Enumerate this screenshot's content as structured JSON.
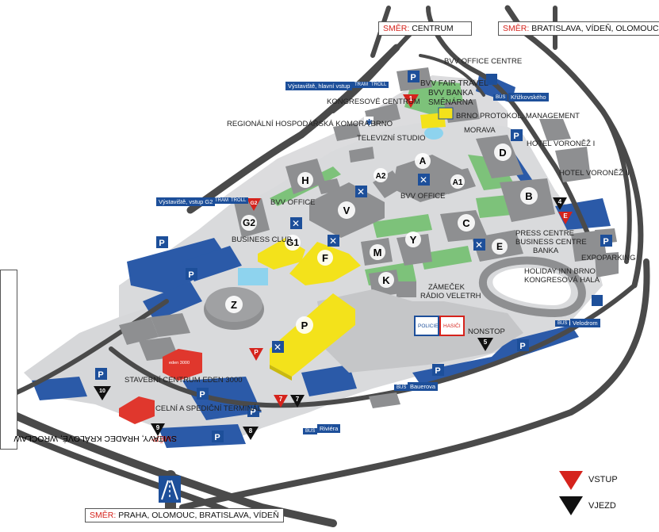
{
  "directions": {
    "centrum": {
      "prefix": "SMĚR:",
      "text": "CENTRUM"
    },
    "bratislava": {
      "prefix": "SMĚR:",
      "text": "BRATISLAVA, VÍDEŇ, OLOMOUC"
    },
    "svitavy": {
      "prefix": "SMĚR:",
      "text": "SVITAVY, HRADEC KRÁLOVÉ, WROCŁAW"
    },
    "praha": {
      "prefix": "SMĚR:",
      "text": "PRAHA, OLOMOUC, BRATISLAVA, VÍDEŇ"
    }
  },
  "labels": {
    "bvv_office_centre": "BVV OFFICE CENTRE",
    "bvv_fair_travel": "BVV FAIR TRAVEL",
    "bvv_banka": "BVV BANKA",
    "smenarna": "SMĚNÁRNA",
    "kongresove_centrum": "KONGRESOVÉ CENTRUM",
    "brno": "BRNO",
    "protokol": "PROTOKOL, MANAGEMENT",
    "moravia": "MORAVA",
    "hotel_voronez1": "HOTEL VORONĚŽ I",
    "hotel_voronez2": "HOTEL VORONĚŽ II",
    "regionalni": "REGIONÁLNÍ HOSPODÁŘSKÁ KOMORA BRNO",
    "televizni": "TELEVIZNÍ STUDIO",
    "bvv_office_a": "BVV OFFICE",
    "bvv_office_g": "BVV OFFICE",
    "business_club": "BUSINESS CLUB",
    "press_centre": "PRESS CENTRE",
    "business_centre": "BUSINESS CENTRE",
    "banka": "BANKA",
    "expoparking": "EXPOPARKING",
    "holiday_inn": "HOLIDAY INN BRNO",
    "kongresova_hala": "KONGRESOVÁ HALA",
    "zamecek": "ZÁMEČEK",
    "radio": "RÁDIO VELETRH",
    "policie": "POLICIE",
    "hasici": "HASIČI",
    "nonstop": "NONSTOP",
    "stavebni": "STAVEBNÍ CENTRUM EDEN 3000",
    "celni": "CELNÍ A SPEDIČNÍ TERMINÁL",
    "eden_logo": "eden 3000",
    "vystaviste_hlavni": "Výstaviště, hlavní vstup",
    "vystaviste_g2": "Výstaviště, vstup G2",
    "krizkovskeho": "Křižkovského",
    "velodrom": "Velodrom",
    "bauerova": "Bauerova",
    "riviera": "Riviéra",
    "tram": "TRAM",
    "troll": "TROLL",
    "bus": "BUS"
  },
  "pavilions": {
    "A": "A",
    "A1": "A1",
    "A2": "A2",
    "B": "B",
    "C": "C",
    "D": "D",
    "E": "E",
    "F": "F",
    "G1": "G1",
    "G2": "G2",
    "H": "H",
    "K": "K",
    "M": "M",
    "P": "P",
    "V": "V",
    "Y": "Y",
    "Z": "Z"
  },
  "gates": {
    "g1": "1",
    "g4": "4",
    "g5": "5",
    "g7a": "7",
    "g7b": "7",
    "g8": "8",
    "g9": "9",
    "g10": "10",
    "gE": "E",
    "gG2": "G2",
    "gP": "P"
  },
  "parking": "P",
  "legend": {
    "vstup": "VSTUP",
    "vjezd": "VJEZD"
  },
  "colors": {
    "road": "#4a4a4a",
    "building": "#8e8f91",
    "building_dark": "#6f7073",
    "highlight": "#f3e21b",
    "parking": "#2b5aa8",
    "green": "#7dc27a",
    "ground": "#d6d7d9",
    "entry": "#d5231c",
    "vjezd": "#111111",
    "water": "#8ed3ee"
  }
}
